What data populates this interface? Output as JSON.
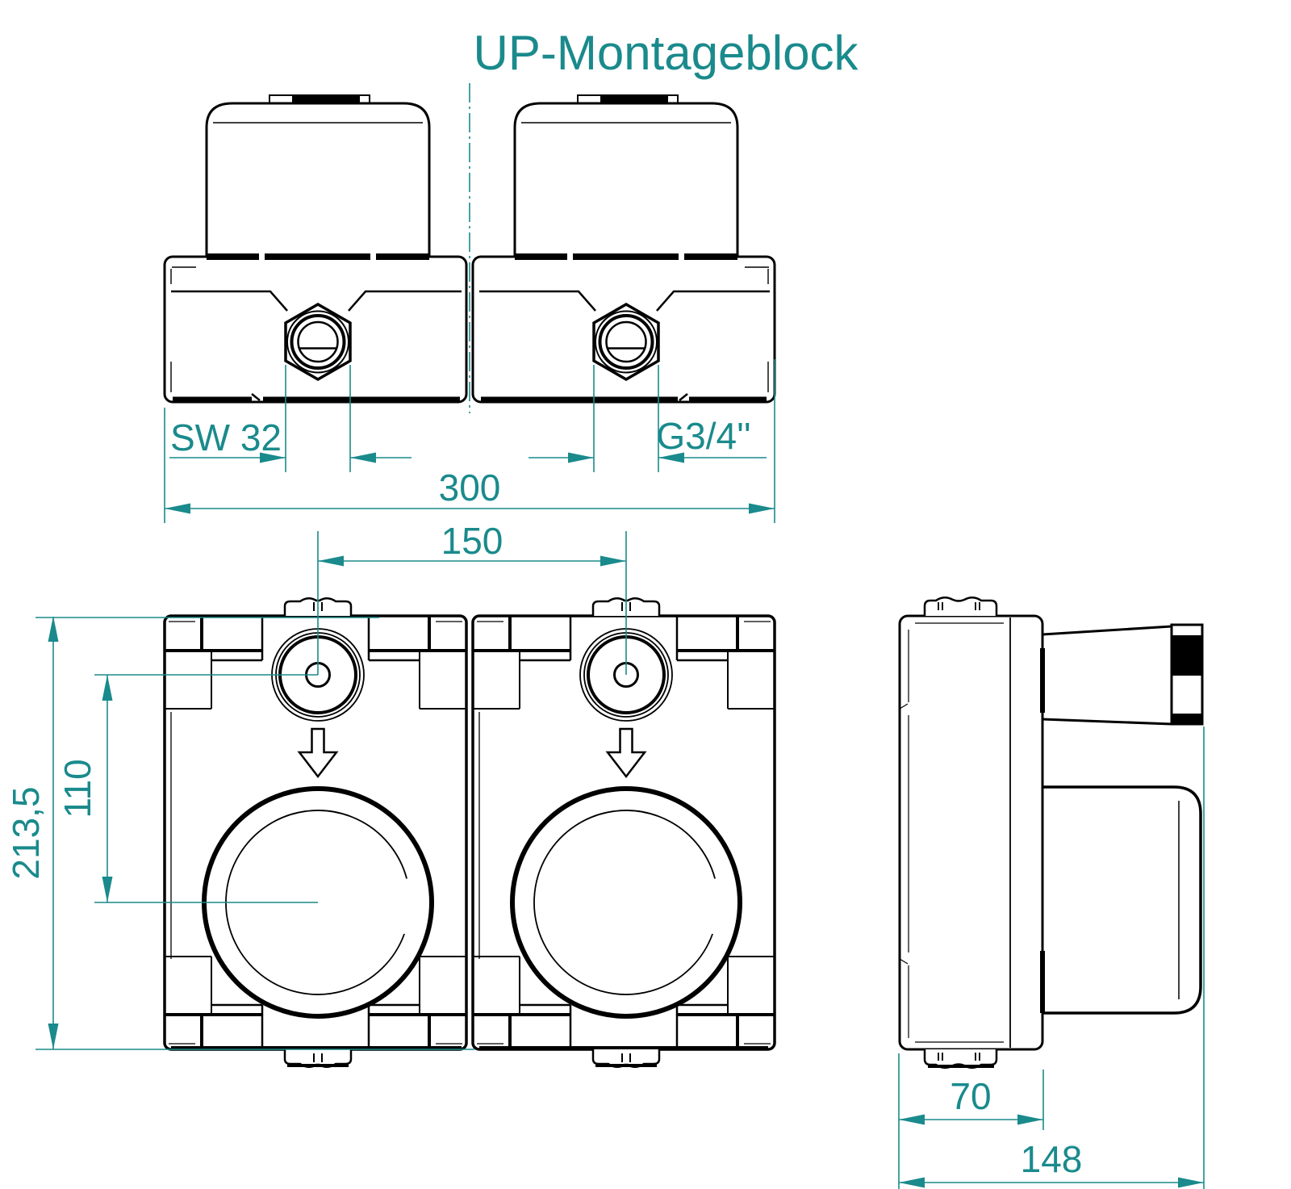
{
  "title": "UP-Montageblock",
  "colors": {
    "accent": "#1a8a8c",
    "line": "#000000",
    "background": "#ffffff"
  },
  "dimensions": {
    "wrench_size": "SW 32",
    "thread_size": "G3/4''",
    "total_width": "300",
    "port_spacing": "150",
    "total_height": "213,5",
    "port_vertical_offset": "110",
    "body_depth": "70",
    "total_depth": "148"
  }
}
